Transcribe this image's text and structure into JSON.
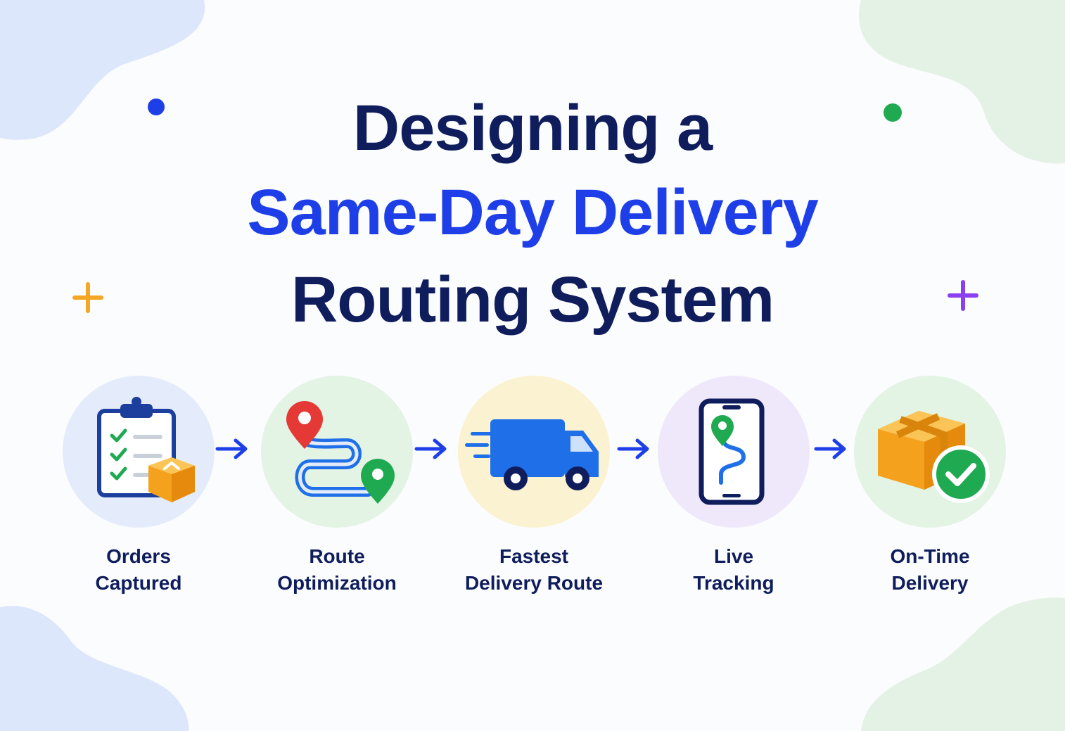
{
  "colors": {
    "navy": "#0f1d5c",
    "accent_blue": "#1e3fe8",
    "green": "#1faa52",
    "orange": "#f5a623",
    "purple": "#8a3ff0",
    "blob_blue": "#dde7fb",
    "blob_green": "#e3f2e4"
  },
  "title": {
    "line1": "Designing a",
    "line2": "Same-Day Delivery",
    "line3": "Routing System"
  },
  "steps": [
    {
      "line1": "Orders",
      "line2": "Captured",
      "icon": "clipboard-checklist-icon",
      "circle_color": "#e4ecfb"
    },
    {
      "line1": "Route",
      "line2": "Optimization",
      "icon": "map-route-pins-icon",
      "circle_color": "#e3f3e4"
    },
    {
      "line1": "Fastest",
      "line2": "Delivery Route",
      "icon": "delivery-truck-icon",
      "circle_color": "#fbf2d2"
    },
    {
      "line1": "Live",
      "line2": "Tracking",
      "icon": "phone-tracking-icon",
      "circle_color": "#efe8fb"
    },
    {
      "line1": "On-Time",
      "line2": "Delivery",
      "icon": "package-check-icon",
      "circle_color": "#e3f3e4"
    }
  ]
}
